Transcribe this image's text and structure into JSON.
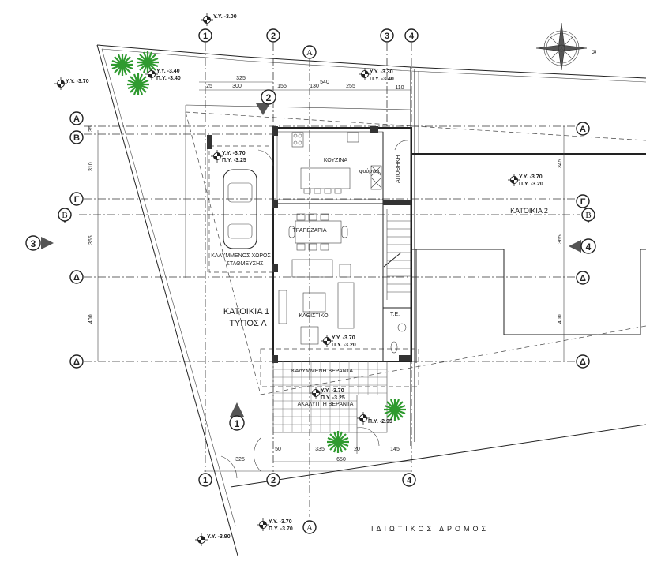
{
  "title": "ΚΑΤΟΙΚΙΑ 1 ΤΥΠΟΣ Α",
  "grid": {
    "vertical": [
      "1",
      "2",
      "3",
      "4"
    ],
    "horizontal_left": [
      "Α",
      "Β",
      "Γ",
      "Δ",
      "Δ"
    ],
    "horizontal_right": [
      "Α",
      "Γ",
      "Δ",
      "Δ"
    ]
  },
  "sections": {
    "a": "Α",
    "b": "Β"
  },
  "views": [
    "1",
    "2",
    "3",
    "4"
  ],
  "compass": {
    "north_label": "Β"
  },
  "levels": [
    {
      "yy": "Υ.Υ. -3.00"
    },
    {
      "yy": "Υ.Υ. -3.40",
      "py": "Π.Υ. -3.40"
    },
    {
      "yy": "Υ.Υ. -3.70"
    },
    {
      "yy": "Υ.Υ. -3.30",
      "py": "Π.Υ. -3.40"
    },
    {
      "yy": "Υ.Υ. -3.70",
      "py": "Π.Υ. -3.25"
    },
    {
      "yy": "Υ.Υ. -3.70",
      "py": "Π.Υ. -3.20"
    },
    {
      "yy": "Υ.Υ. -3.70",
      "py": "Π.Υ. -3.20"
    },
    {
      "yy": "Υ.Υ. -3.70",
      "py": "Π.Υ. -3.25"
    },
    {
      "py": "Π.Υ. -2.95"
    },
    {
      "yy": "Υ.Υ. -3.70",
      "py": "Π.Υ. -3.70"
    },
    {
      "yy": "Υ.Υ. -3.90"
    }
  ],
  "dimensions": {
    "top": [
      "325",
      "300",
      "25",
      "155",
      "130",
      "540",
      "255",
      "110"
    ],
    "left": [
      "35",
      "310",
      "365",
      "400"
    ],
    "right": [
      "345",
      "365",
      "400"
    ],
    "bottom": [
      "50",
      "335",
      "20",
      "145",
      "325",
      "650"
    ]
  },
  "rooms": {
    "kitchen": "ΚΟΥΖΙΝΑ",
    "oven": "φούρνος",
    "storage": "ΑΠΟΘΗΚΗ",
    "dining": "ΤΡΑΠΕΖΑΡΙΑ",
    "living": "ΚΑΘΙΣΤΙΚΟ",
    "wc": "Τ.Ε.",
    "parking_1": "ΚΑΛΥΜΜΕΝΟΣ ΧΩΡΟΣ",
    "parking_2": "ΣΤΑΘΜΕΥΣΗΣ",
    "house1_1": "ΚΑΤΟΙΚΙΑ 1",
    "house1_2": "ΤΥΠΟΣ Α",
    "house2": "ΚΑΤΟΙΚΙΑ 2",
    "covered_veranda": "ΚΑΛΥΜΜΕΝΗ ΒΕΡΑΝΤΑ",
    "open_veranda": "ΑΚΑΛΥΠΤΗ ΒΕΡΑΝΤΑ",
    "road": "ΙΔΙΩΤΙΚΟΣ ΔΡΟΜΟΣ"
  }
}
